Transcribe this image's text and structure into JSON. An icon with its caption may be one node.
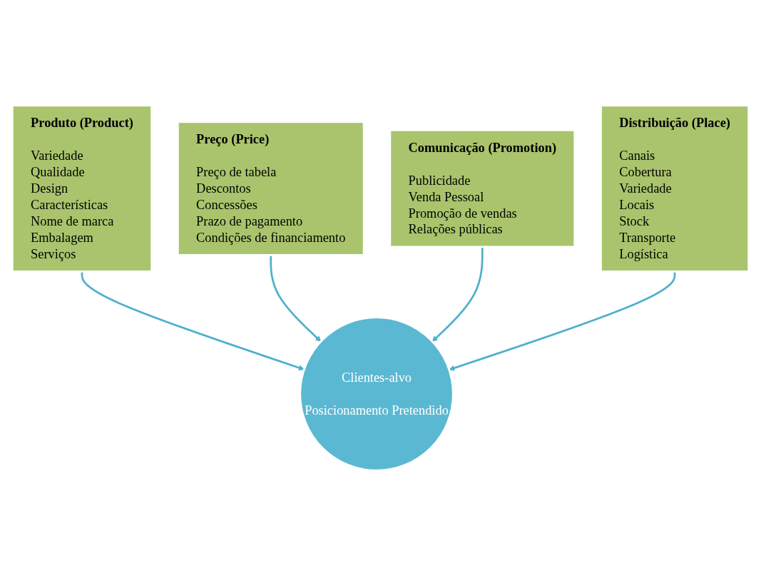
{
  "diagram": {
    "nodes": [
      {
        "text": [
          "Produto (Product)",
          "Variedade",
          "Qualidade",
          "Design",
          "Características",
          "Nome de marca",
          "Embalagem",
          "Serviços"
        ]
      },
      {
        "text": [
          "Preço (Price)",
          "Preço de tabela",
          "Descontos",
          "Concessões",
          "Prazo de pagamento",
          "Condições de financiamento"
        ]
      },
      {
        "text": [
          "Clientes-alvo",
          "Posicionamento Pretendido"
        ]
      },
      {
        "text": [
          "Comunicação (Promotion)",
          "Publicidade",
          "Venda Pessoal",
          "Promoção de vendas",
          "Relações públicas"
        ]
      },
      {
        "text": [
          "Distribuição (Place)",
          "Canais",
          "Cobertura",
          "Variedade",
          "Locais",
          "Stock",
          "Transporte",
          "Logística"
        ]
      }
    ],
    "edges": [
      {
        "from": 0,
        "to": 2,
        "arrow": "to"
      },
      {
        "from": 1,
        "to": 2,
        "arrow": "to"
      },
      {
        "from": 3,
        "to": 2,
        "arrow": "to"
      },
      {
        "from": 4,
        "to": 2,
        "arrow": "to"
      }
    ]
  }
}
